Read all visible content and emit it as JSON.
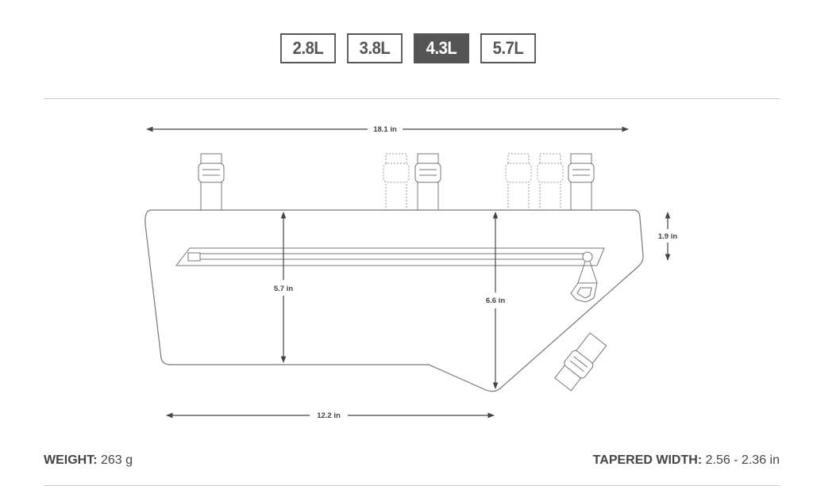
{
  "size_tabs": [
    {
      "label": "2.8L",
      "active": false
    },
    {
      "label": "3.8L",
      "active": false
    },
    {
      "label": "4.3L",
      "active": true
    },
    {
      "label": "5.7L",
      "active": false
    }
  ],
  "dimensions": {
    "top_length": "18.1 in",
    "bottom_length": "12.2 in",
    "front_height": "5.7 in",
    "rear_height": "6.6 in",
    "side_height": "1.9 in"
  },
  "specs": {
    "weight_label": "WEIGHT:",
    "weight_value": "263 g",
    "width_label": "TAPERED WIDTH:",
    "width_value": "2.56 - 2.36 in"
  },
  "colors": {
    "outline": "#777777",
    "dimension": "#444444",
    "active_tab": "#555555"
  }
}
